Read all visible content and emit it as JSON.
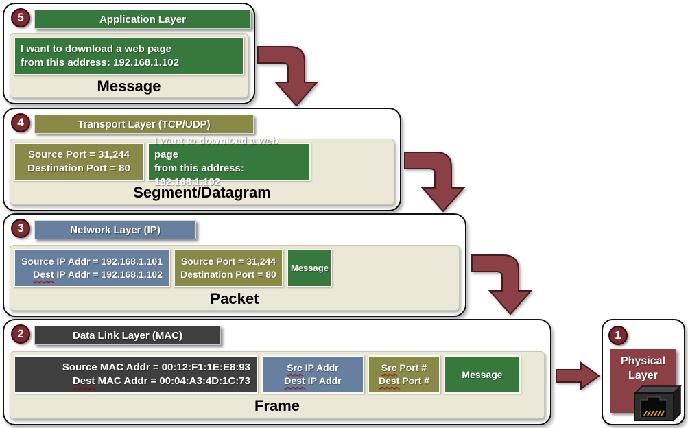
{
  "colors": {
    "green": "#37793C",
    "olive": "#8A8A48",
    "blue": "#67809F",
    "dark_gray": "#3F3F3F",
    "maroon": "#8B4045",
    "badge_maroon": "#7C2A2E",
    "cream": "#EBE8D7"
  },
  "icons": {
    "bent_arrow": "maroon-elbow-arrow-down",
    "right_arrow": "maroon-arrow-right",
    "ethernet_jack": "rj45-ethernet-jack"
  },
  "layers": {
    "application": {
      "number": "5",
      "header": "Application Layer",
      "message": {
        "line1": "I want to download a web page",
        "line2": "from this address: 192.168.1.102"
      },
      "pdu_label": "Message"
    },
    "transport": {
      "number": "4",
      "header": "Transport Layer (TCP/UDP)",
      "ports": {
        "line1": "Source Port = 31,244",
        "line2": "Destination Port = 80"
      },
      "message": {
        "line1": "I want to download a web page",
        "line2": "from this address: 192.168.1.102"
      },
      "pdu_label": "Segment/Datagram"
    },
    "network": {
      "number": "3",
      "header": "Network Layer (IP)",
      "ip": {
        "line1": "Source IP Addr = 192.168.1.101",
        "line2_word": "Dest",
        "line2_rest": " IP Addr = 192.168.1.102"
      },
      "ports": {
        "line1": "Source Port = 31,244",
        "line2": "Destination Port = 80"
      },
      "message_label": "Message",
      "pdu_label": "Packet"
    },
    "datalink": {
      "number": "2",
      "header": "Data Link Layer (MAC)",
      "mac": {
        "line1": "Source MAC Addr = 00:12:F1:1E:E8:93",
        "line2_word": "Dest",
        "line2_rest": " MAC Addr = 00:04:A3:4D:1C:73"
      },
      "ip": {
        "line1_word": "Src",
        "line1_rest": " IP Addr",
        "line2_word": "Dest",
        "line2_rest": " IP Addr"
      },
      "ports": {
        "line1_word": "Src",
        "line1_rest": " Port #",
        "line2_word": "Dest",
        "line2_rest": " Port #"
      },
      "message_label": "Message",
      "pdu_label": "Frame"
    },
    "physical": {
      "number": "1",
      "label_line1": "Physical",
      "label_line2": "Layer"
    }
  }
}
